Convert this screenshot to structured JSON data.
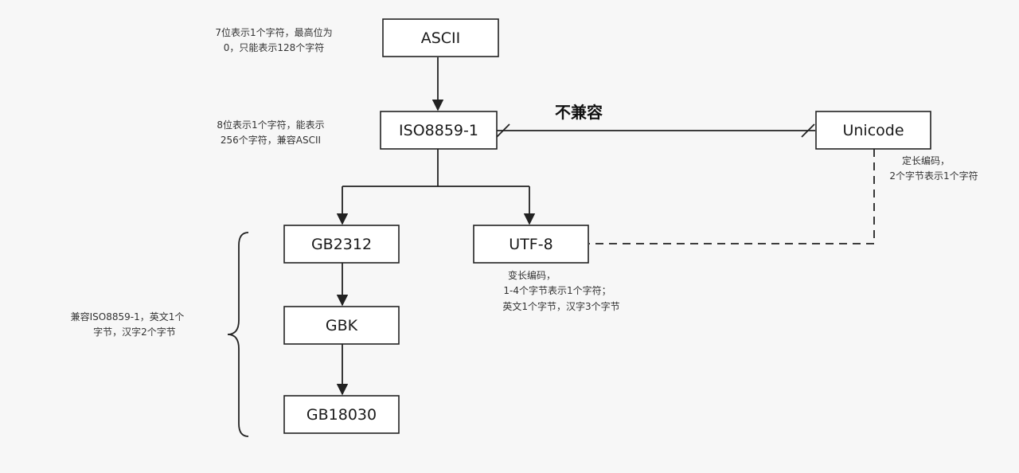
{
  "nodes": {
    "ascii": "ASCII",
    "iso": "ISO8859-1",
    "unicode": "Unicode",
    "gb2312": "GB2312",
    "utf8": "UTF-8",
    "gbk": "GBK",
    "gb18030": "GB18030"
  },
  "labels": {
    "incompatible": "不兼容"
  },
  "notes": {
    "ascii": [
      "7位表示1个字符，最高位为",
      "0，只能表示128个字符"
    ],
    "iso": [
      "8位表示1个字符，能表示",
      "256个字符，兼容ASCII"
    ],
    "unicode": [
      "定长编码，",
      "2个字节表示1个字符"
    ],
    "utf8": [
      "变长编码，",
      "1-4个字节表示1个字符；",
      "英文1个字节，汉字3个字节"
    ],
    "gb": [
      "兼容ISO8859-1，英文1个",
      "字节，汉字2个字节"
    ]
  }
}
